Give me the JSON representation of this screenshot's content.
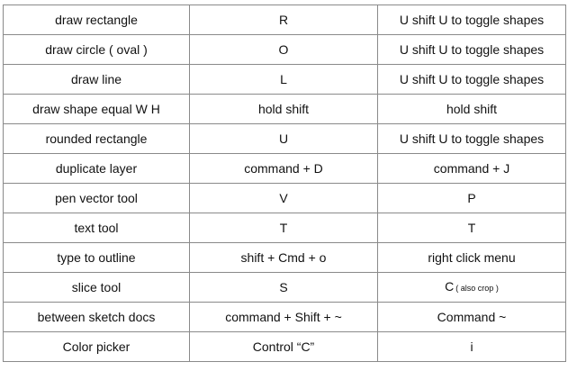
{
  "table": {
    "rows": [
      [
        "draw rectangle",
        "R",
        "U shift U to toggle shapes"
      ],
      [
        "draw circle ( oval )",
        "O",
        "U shift U to toggle shapes"
      ],
      [
        "draw line",
        "L",
        "U shift U to toggle shapes"
      ],
      [
        "draw shape equal W H",
        "hold shift",
        "hold shift"
      ],
      [
        "rounded rectangle",
        "U",
        "U shift U to toggle shapes"
      ],
      [
        "duplicate layer",
        "command + D",
        "command + J"
      ],
      [
        "pen vector tool",
        "V",
        "P"
      ],
      [
        "text tool",
        "T",
        "T"
      ],
      [
        "type to outline",
        "shift + Cmd + o",
        "right click menu"
      ],
      [
        "slice tool",
        "S",
        "C"
      ],
      [
        "between sketch docs",
        "command + Shift + ~",
        "Command ~"
      ],
      [
        "Color picker",
        "Control “C”",
        "i"
      ]
    ],
    "slice_note": "( also crop )"
  }
}
